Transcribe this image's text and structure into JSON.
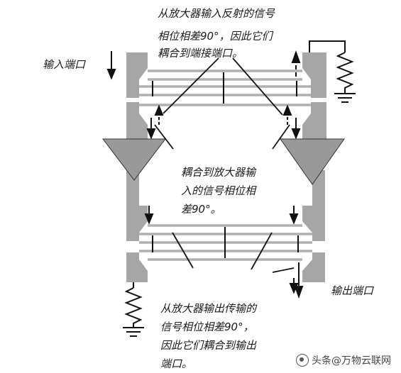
{
  "labels": {
    "top_line1": "从放大器输入反射的信号",
    "top_line2": "相位相差90°，因此它们",
    "top_line3": "耦合到端接端口。",
    "input_port": "输入端口",
    "middle_line1": "耦合到放大器输",
    "middle_line2": "入的信号相位相",
    "middle_line3": "差90°。",
    "output_port": "输出端口",
    "bottom_line1": "从放大器输出传输的",
    "bottom_line2": "信号相位相差90°，",
    "bottom_line3": "因此它们耦合到输出",
    "bottom_line4": "端口。"
  },
  "watermark": {
    "text": "头条@万物云联网"
  },
  "colors": {
    "line_gray": "#b0b0b0",
    "port_gray": "#a6a6a6",
    "amp_gray": "#999999",
    "ink": "#111111"
  }
}
